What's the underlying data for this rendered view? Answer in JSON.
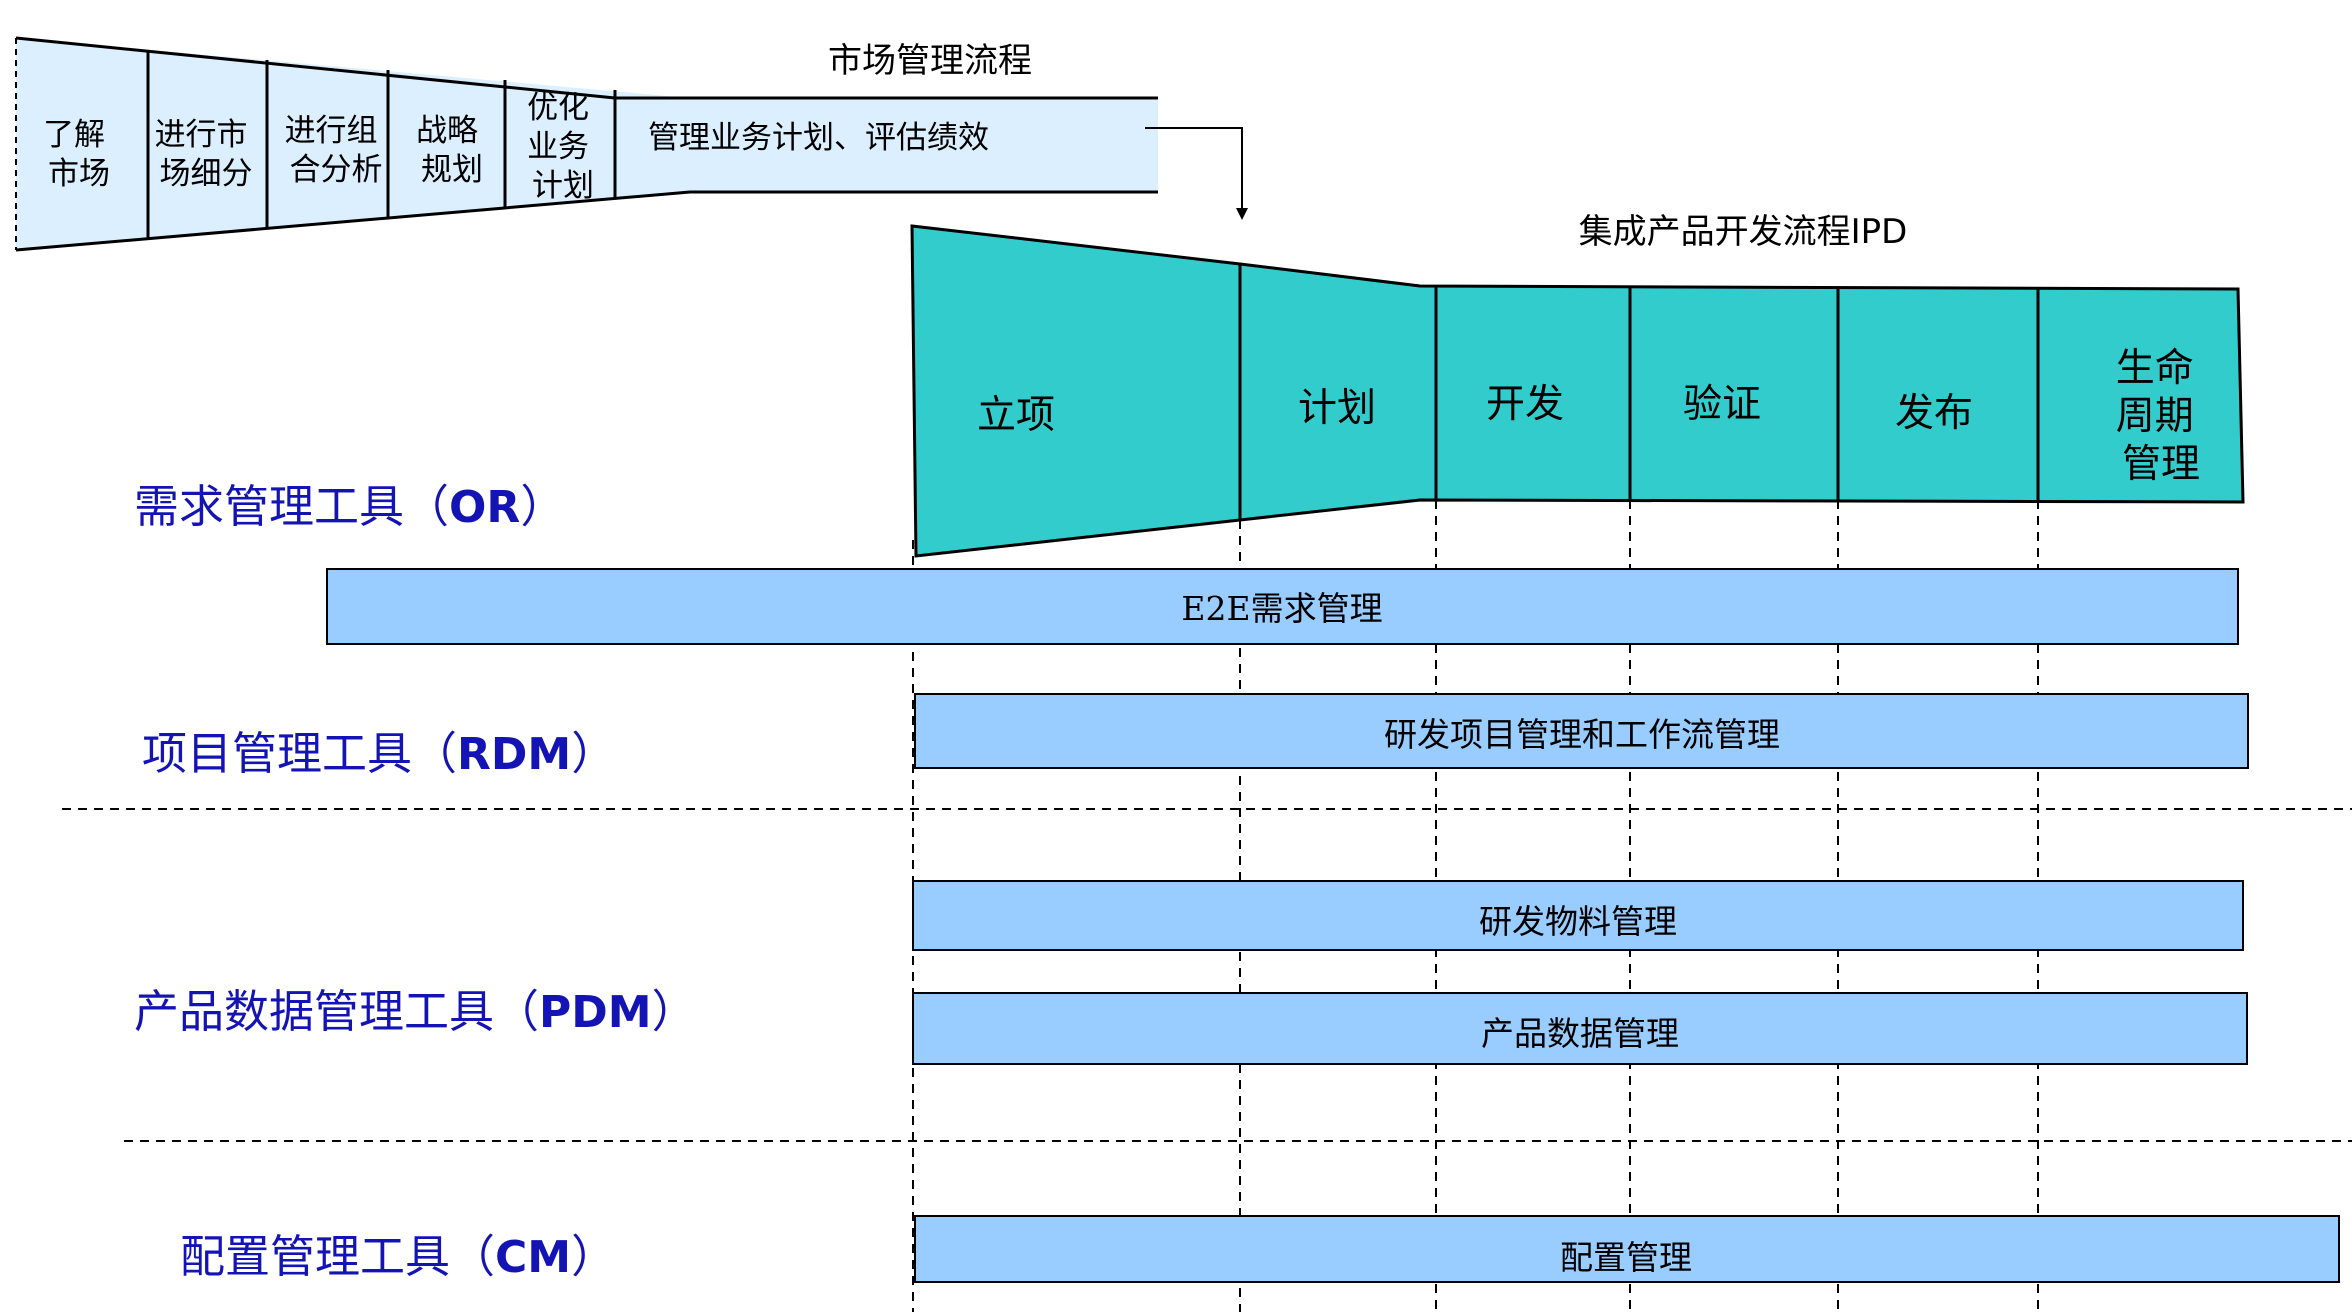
{
  "colors": {
    "market_fill": "#dcefff",
    "ipd_fill": "#33cccc",
    "bar_fill": "#99ccff",
    "tool_text": "#1414b4",
    "line": "#000000"
  },
  "market_process": {
    "title": "市场管理流程",
    "steps": [
      {
        "lines": [
          "了解",
          "市场"
        ]
      },
      {
        "lines": [
          "进行市",
          "场细分"
        ]
      },
      {
        "lines": [
          "进行组",
          "合分析"
        ]
      },
      {
        "lines": [
          "战略",
          "规划"
        ]
      },
      {
        "lines": [
          "优化",
          "业务",
          "计划"
        ]
      },
      {
        "lines": [
          "管理业务计划、评估绩效"
        ]
      }
    ]
  },
  "ipd_process": {
    "title": "集成产品开发流程IPD",
    "phases": [
      {
        "lines": [
          "立项"
        ]
      },
      {
        "lines": [
          "计划"
        ]
      },
      {
        "lines": [
          "开发"
        ]
      },
      {
        "lines": [
          "验证"
        ]
      },
      {
        "lines": [
          "发布"
        ]
      },
      {
        "lines": [
          "生命",
          "周期",
          "管理"
        ]
      }
    ]
  },
  "tools": [
    {
      "name": "需求管理工具（",
      "abbr": "OR",
      "close": "）"
    },
    {
      "name": "项目管理工具（",
      "abbr": "RDM",
      "close": "）"
    },
    {
      "name": "产品数据管理工具（",
      "abbr": "PDM",
      "close": "）"
    },
    {
      "name": "配置管理工具（",
      "abbr": "CM",
      "close": "）"
    }
  ],
  "bars": [
    {
      "label": "E2E需求管理"
    },
    {
      "label": "研发项目管理和工作流管理"
    },
    {
      "label": "研发物料管理"
    },
    {
      "label": "产品数据管理"
    },
    {
      "label": "配置管理"
    }
  ]
}
